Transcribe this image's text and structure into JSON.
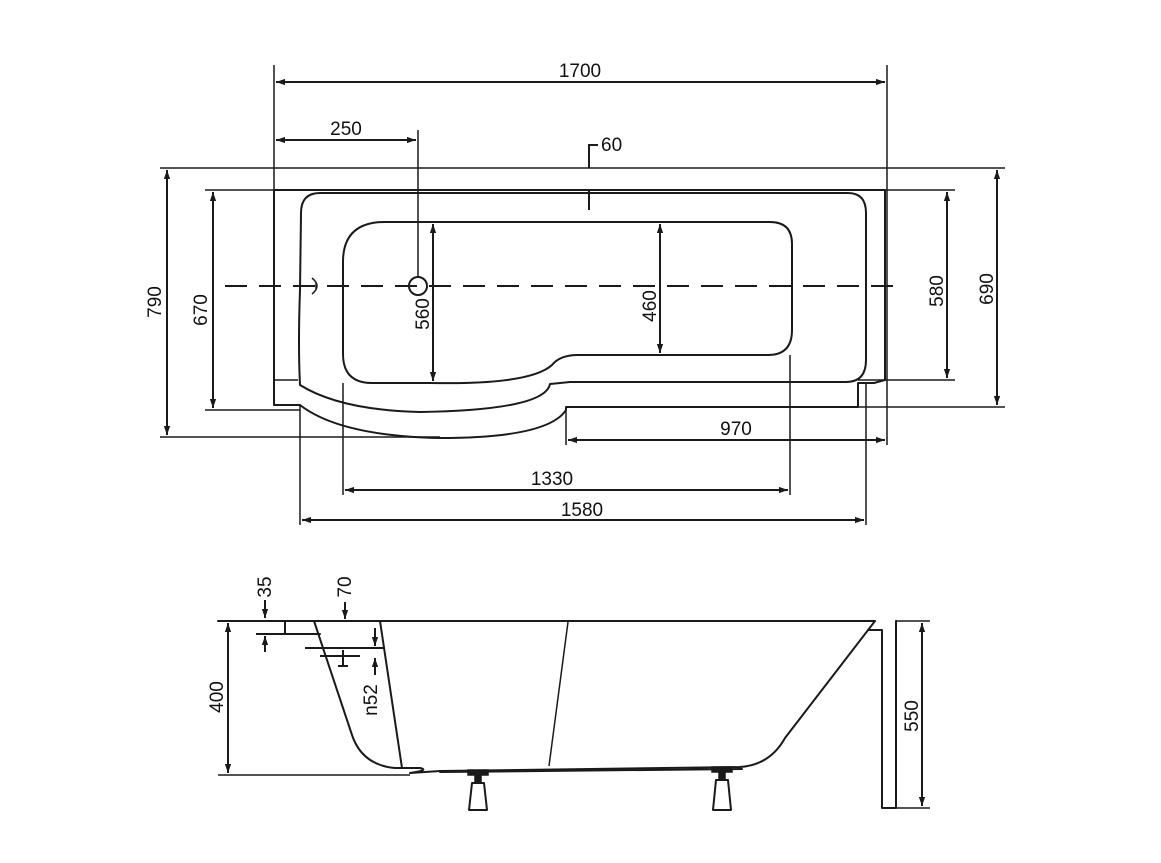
{
  "plan_view": {
    "overall_length": "1700",
    "waste_offset": "250",
    "rim_width": "60",
    "overall_width": "790",
    "outer_width": "670",
    "inner_width": "560",
    "shower_end_inner_width": "460",
    "end_width_580": "580",
    "end_width_690": "690",
    "straight_section_length": "970",
    "inner_length": "1330",
    "outer_length": "1580"
  },
  "side_view": {
    "rim_thickness": "35",
    "overflow_offset": "70",
    "overflow_diameter": "n52",
    "depth": "400",
    "total_height": "550"
  }
}
